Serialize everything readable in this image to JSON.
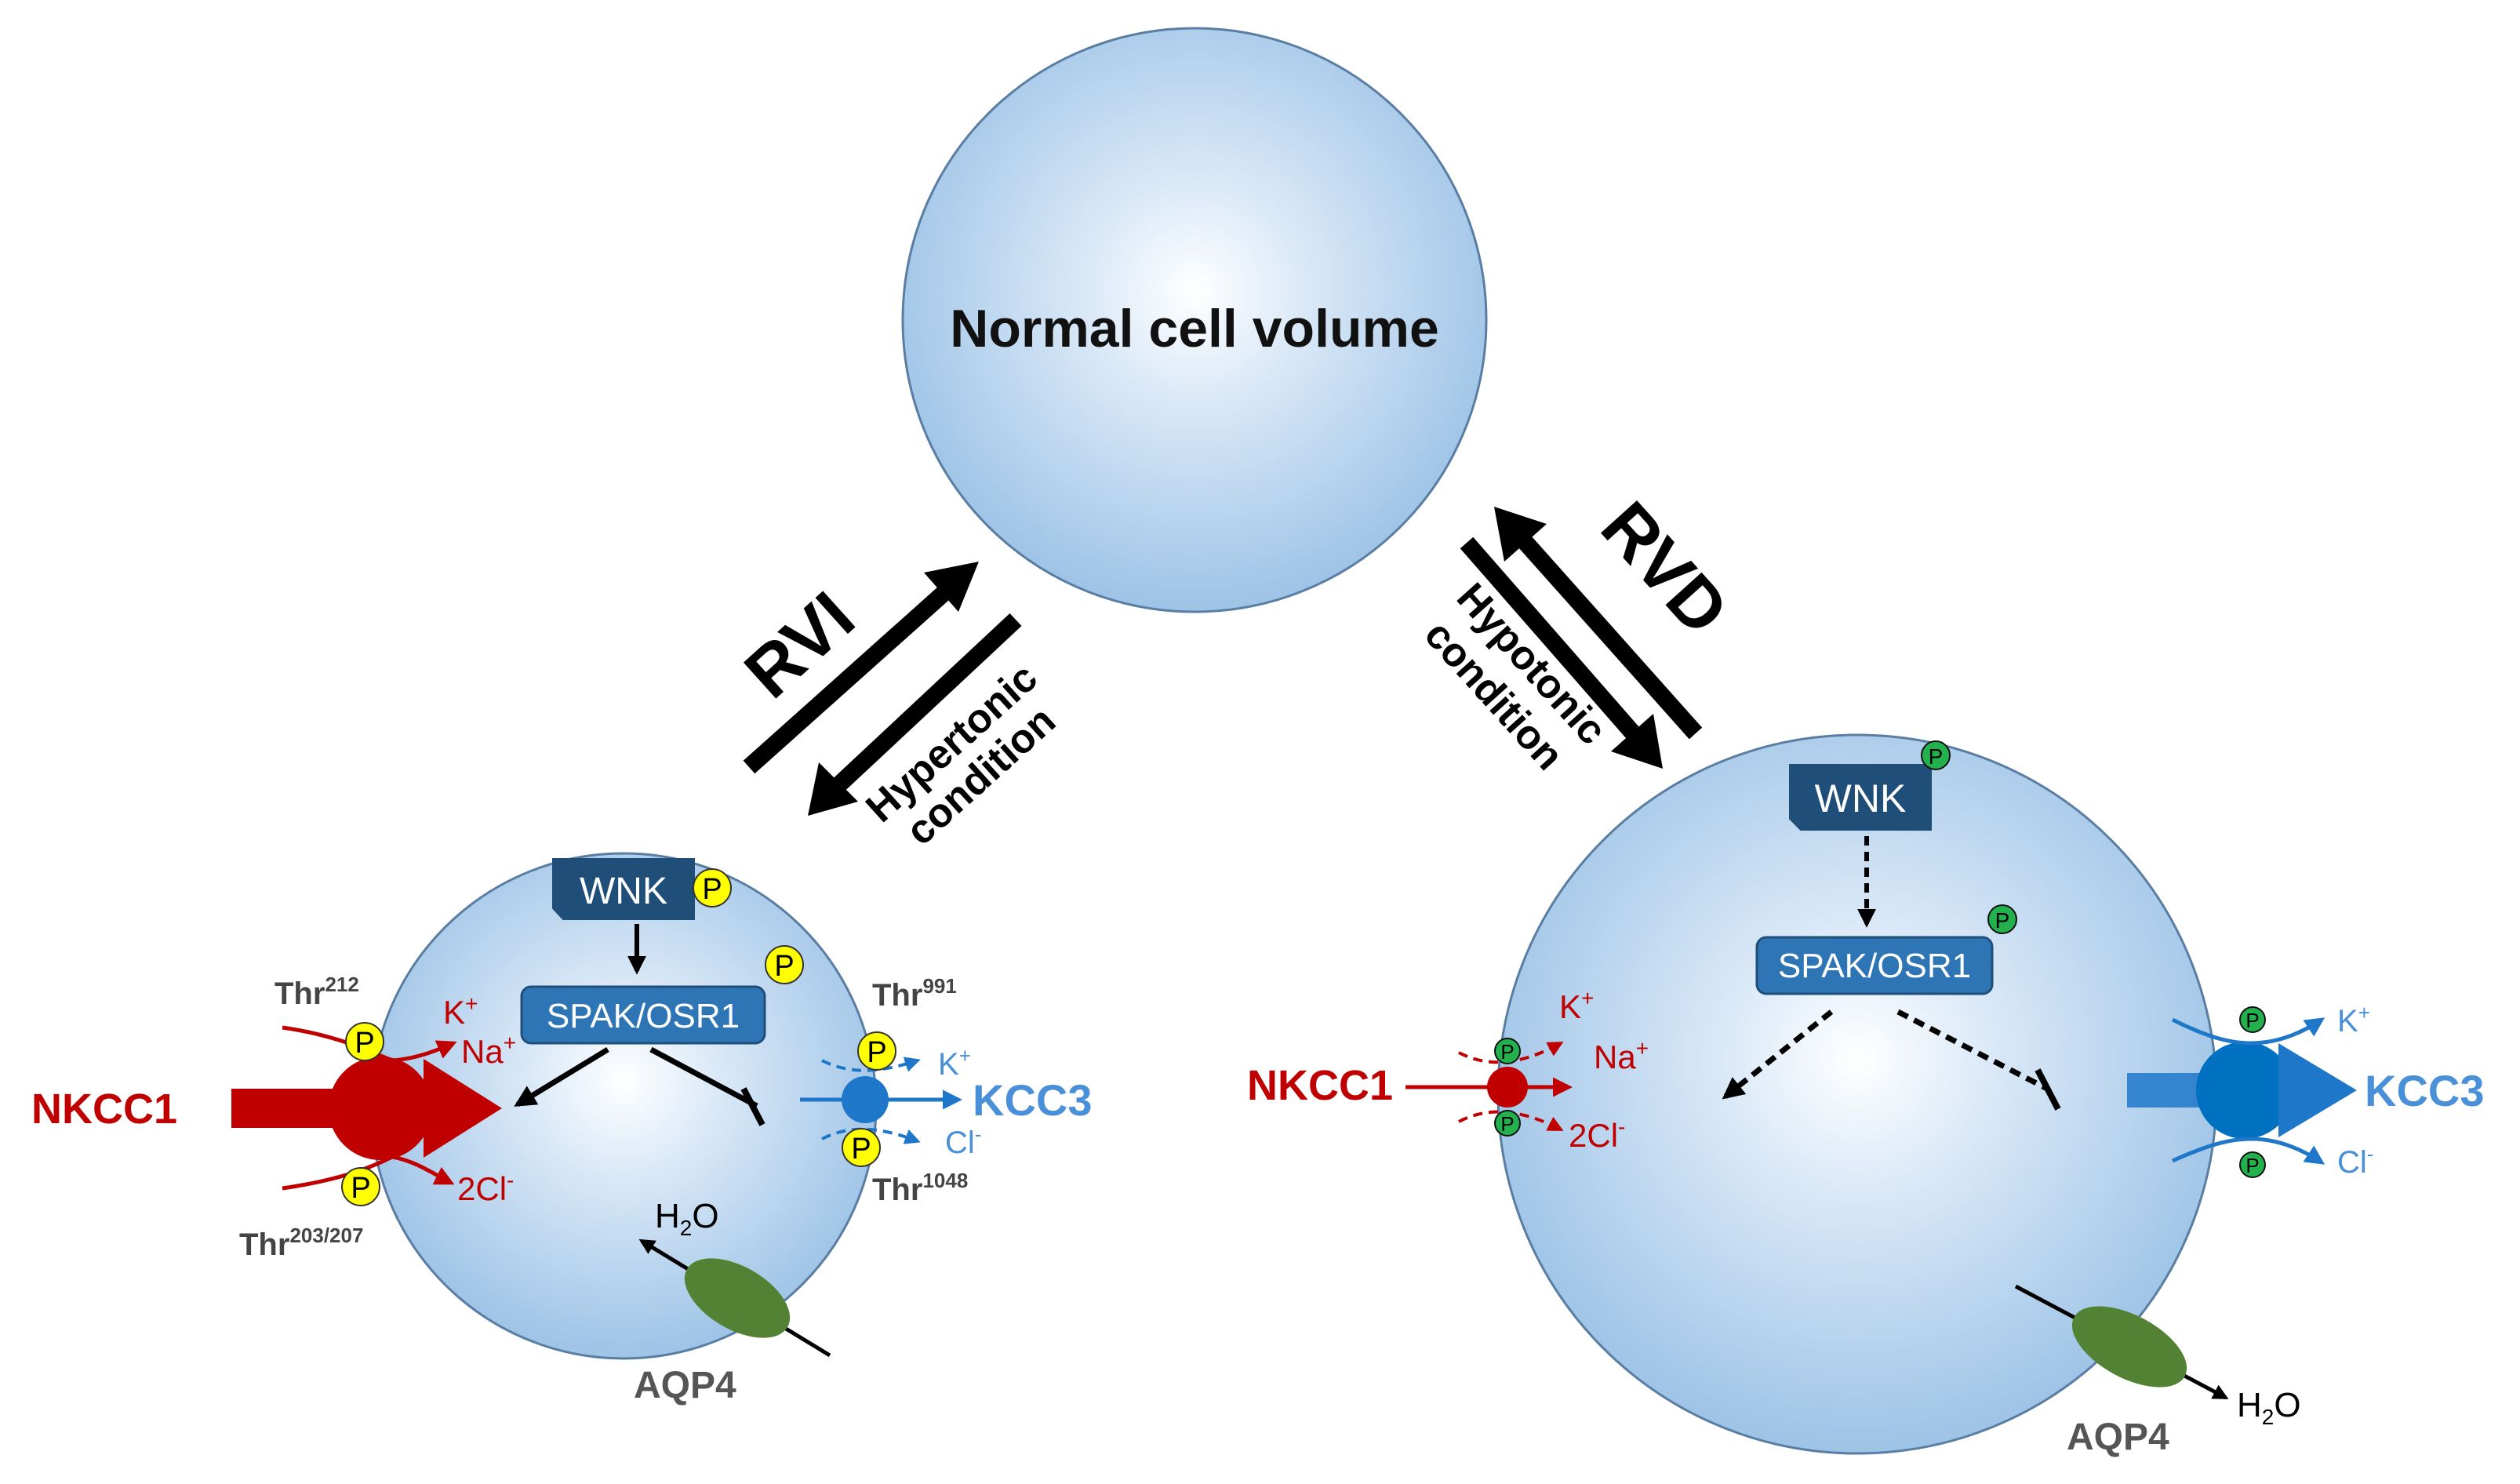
{
  "center_cell": {
    "label": "Normal cell volume"
  },
  "left_path": {
    "main": "RVI",
    "condition_line1": "Hypertonic",
    "condition_line2": "condition"
  },
  "right_path": {
    "main": "RVD",
    "condition_line1": "Hypotonic",
    "condition_line2": "condition"
  },
  "left_cell": {
    "wnk": "WNK",
    "spak": "SPAK/OSR1",
    "phospho": "P",
    "nkcc1": "NKCC1",
    "kcc3": "KCC3",
    "thr_top": {
      "base": "Thr",
      "sup": "212"
    },
    "thr_bottom": {
      "base": "Thr",
      "sup": "203/207"
    },
    "thr_kcc_top": {
      "base": "Thr",
      "sup": "991"
    },
    "thr_kcc_bottom": {
      "base": "Thr",
      "sup": "1048"
    },
    "k": {
      "base": "K",
      "sup": "+"
    },
    "na": {
      "base": "Na",
      "sup": "+"
    },
    "cl": {
      "base": "2Cl",
      "sup": "-"
    },
    "kcc_k": {
      "base": "K",
      "sup": "+"
    },
    "kcc_cl": {
      "base": "Cl",
      "sup": "-"
    },
    "h2o": {
      "base": "H",
      "sub": "2",
      "tail": "O"
    },
    "aqp4": "AQP4"
  },
  "right_cell": {
    "wnk": "WNK",
    "spak": "SPAK/OSR1",
    "phospho": "P",
    "nkcc1": "NKCC1",
    "kcc3": "KCC3",
    "k": {
      "base": "K",
      "sup": "+"
    },
    "na": {
      "base": "Na",
      "sup": "+"
    },
    "cl": {
      "base": "2Cl",
      "sup": "-"
    },
    "kcc_k": {
      "base": "K",
      "sup": "+"
    },
    "kcc_cl": {
      "base": "Cl",
      "sup": "-"
    },
    "h2o": {
      "base": "H",
      "sub": "2",
      "tail": "O"
    },
    "aqp4": "AQP4"
  },
  "colors": {
    "nkcc_red": "#c00000",
    "kcc_blue": "#1f77c9",
    "kcc_label_blue": "#4a90d9",
    "box_dark": "#1f4e79",
    "box_mid": "#2e75b6",
    "phospho_yellow": "#ffff00",
    "phospho_green": "#22b14c",
    "aqp4_green": "#548235"
  }
}
